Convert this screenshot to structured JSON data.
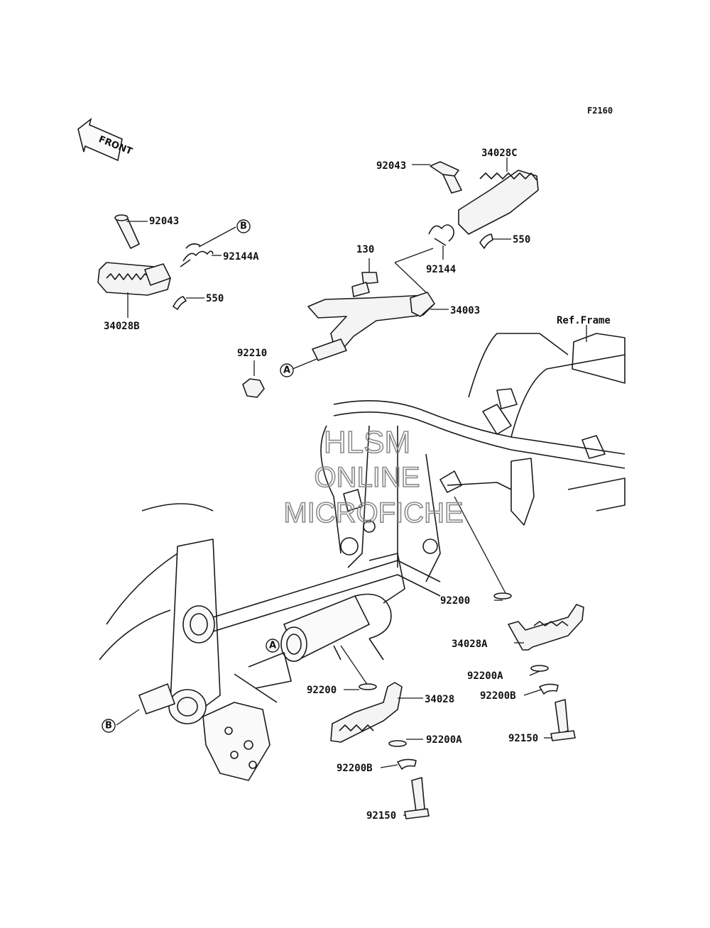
{
  "figure_code": "F2160",
  "front_label": "FRONT",
  "ref_frame_label": "Ref.Frame",
  "watermark": [
    "HLSM",
    "ONLINE",
    "MICROFICHE"
  ],
  "callouts": {
    "a": "A",
    "b": "B"
  },
  "parts": {
    "p92043_right": "92043",
    "p34028C": "34028C",
    "p550_right": "550",
    "p130": "130",
    "p92144": "92144",
    "p34003": "34003",
    "p92210": "92210",
    "p92043_left": "92043",
    "p92144A": "92144A",
    "p550_left": "550",
    "p34028B": "34028B",
    "p92200_r": "92200",
    "p34028A": "34028A",
    "p92200A_r": "92200A",
    "p92200B_r": "92200B",
    "p92150_r": "92150",
    "p92200_l": "92200",
    "p34028": "34028",
    "p92200A_l": "92200A",
    "p92200B_l": "92200B",
    "p92150_l": "92150"
  }
}
